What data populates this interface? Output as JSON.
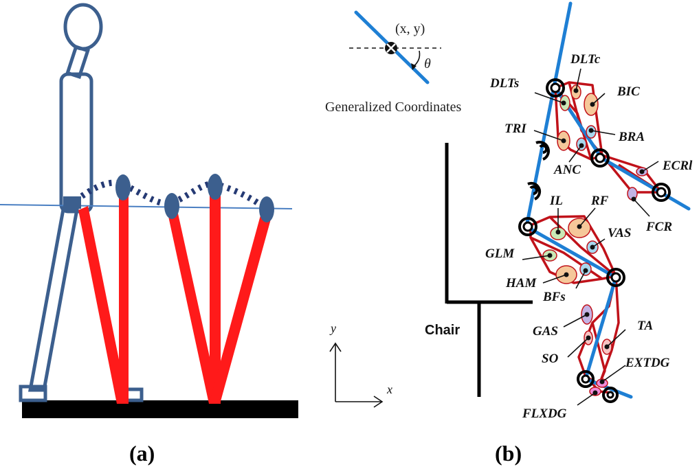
{
  "panel_a": {
    "caption": "(a)"
  },
  "panel_b": {
    "caption": "(b)",
    "generalized_coordinates": {
      "label": "Generalized Coordinates",
      "point": "(x, y)",
      "angle": "θ"
    },
    "axes": {
      "x": "x",
      "y": "y"
    },
    "chair_label": "Chair",
    "muscles": {
      "dltc": "DLTc",
      "dlts": "DLTs",
      "bic": "BIC",
      "tri": "TRI",
      "bra": "BRA",
      "anc": "ANC",
      "ecrl": "ECRl",
      "fcr": "FCR",
      "il": "IL",
      "rf": "RF",
      "vas": "VAS",
      "glm": "GLM",
      "ham": "HAM",
      "bfs": "BFs",
      "gas": "GAS",
      "ta": "TA",
      "so": "SO",
      "extdg": "EXTDG",
      "flxdg": "FLXDG"
    }
  },
  "colors": {
    "segment_blue": "#1e7fd4",
    "muscle_red": "#c0121a",
    "figure_navy": "#3c5f8e",
    "leg_red": "#ff1a1a",
    "floor": "#000000"
  }
}
